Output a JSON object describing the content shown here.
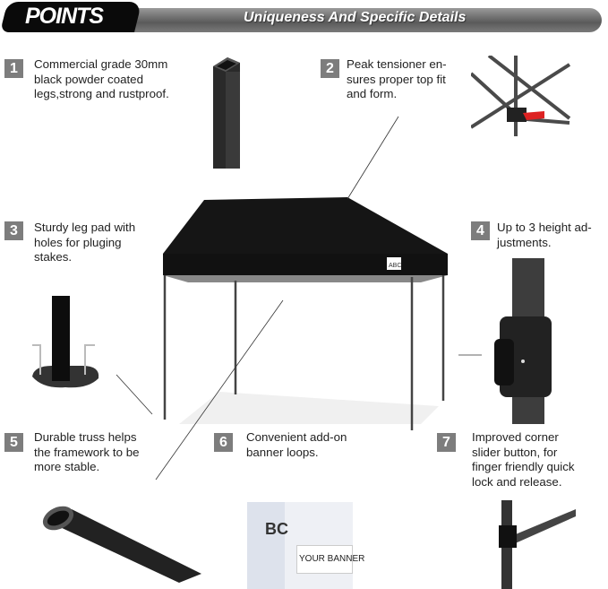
{
  "header": {
    "title": "POINTS",
    "subtitle": "Uniqueness And Specific Details"
  },
  "features": [
    {
      "number": "1",
      "text": "Commercial grade 30mm\nblack powder coated\nlegs,strong and rustproof."
    },
    {
      "number": "2",
      "text": "Peak tensioner en-\nsures proper top fit\nand form."
    },
    {
      "number": "3",
      "text": "Sturdy leg pad with\nholes for pluging\nstakes."
    },
    {
      "number": "4",
      "text": "Up to 3 height ad-\njustments."
    },
    {
      "number": "5",
      "text": "Durable truss helps\nthe framework to be\nmore stable."
    },
    {
      "number": "6",
      "text": "Convenient add-on\nbanner loops."
    },
    {
      "number": "7",
      "text": "Improved corner\nslider button, for\nfinger friendly quick\nlock and release."
    }
  ],
  "images": {
    "tent_logo": "ABC",
    "banner_text": "YOUR BANNER",
    "banner_logo": "BC"
  },
  "colors": {
    "badge": "#7d7d7d",
    "canopy": "#111111",
    "header_tab": "#0a0a0a"
  }
}
